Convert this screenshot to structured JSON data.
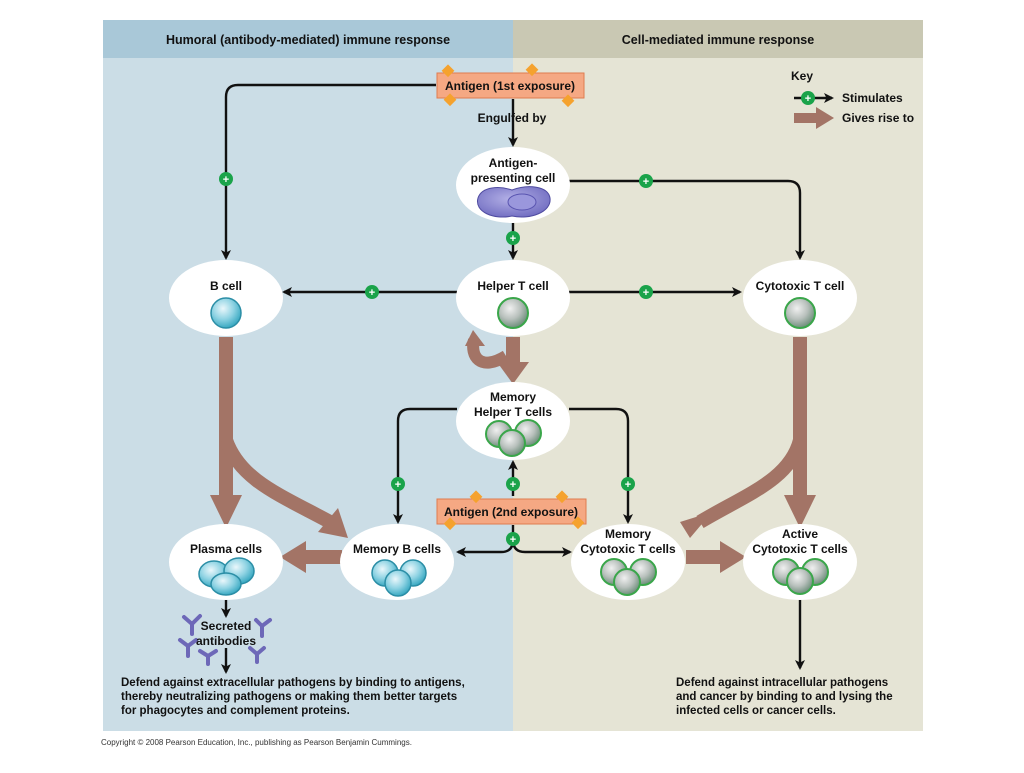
{
  "headers": {
    "humoral": "Humoral (antibody-mediated) immune response",
    "cell_mediated": "Cell-mediated immune response"
  },
  "key": {
    "title": "Key",
    "stimulates": "Stimulates",
    "gives_rise_to": "Gives rise to"
  },
  "boxes": {
    "antigen_first": "Antigen (1st exposure)",
    "antigen_second": "Antigen (2nd exposure)"
  },
  "engulfed_by": "Engulfed by",
  "cells": {
    "apc": [
      "Antigen-",
      "presenting cell"
    ],
    "b_cell": "B cell",
    "helper_t": "Helper T cell",
    "cytotoxic_t": "Cytotoxic T cell",
    "memory_helper_t": [
      "Memory",
      "Helper T cells"
    ],
    "plasma": "Plasma cells",
    "memory_b": "Memory B cells",
    "memory_cytotoxic": [
      "Memory",
      "Cytotoxic T cells"
    ],
    "active_cytotoxic": [
      "Active",
      "Cytotoxic T cells"
    ]
  },
  "secreted": [
    "Secreted",
    "antibodies"
  ],
  "defend_humoral": [
    "Defend against extracellular pathogens by binding to antigens,",
    "thereby neutralizing pathogens or making them better targets",
    "for phagocytes and complement proteins."
  ],
  "defend_cell": [
    "Defend against intracellular pathogens",
    "and cancer by binding to and lysing the",
    "infected cells or cancer cells."
  ],
  "copyright": "Copyright © 2008 Pearson Education, Inc., publishing as Pearson Benjamin Cummings.",
  "plus_symbol": "+",
  "colors": {
    "humoral_bg": "#cbdde6",
    "humoral_header": "#a9c8d8",
    "cell_bg": "#e5e4d5",
    "cell_header": "#c9c8b3",
    "antigen_box": "#f5a883",
    "gives_rise_arrow": "#a37466",
    "stimulate_marker": "#1aa34a"
  }
}
